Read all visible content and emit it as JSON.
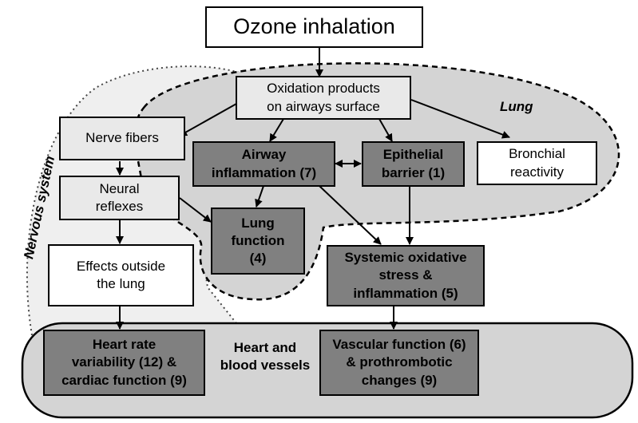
{
  "regions": {
    "lung": "Lung",
    "nervous_system": "Nervous system",
    "heart": "Heart and\nblood vessels"
  },
  "nodes": {
    "ozone": "Ozone inhalation",
    "oxidation": "Oxidation products\non airways surface",
    "nerve_fibers": "Nerve fibers",
    "airway_inflammation": "Airway\ninflammation (7)",
    "epithelial_barrier": "Epithelial\nbarrier (1)",
    "bronchial_reactivity": "Bronchial\nreactivity",
    "neural_reflexes": "Neural\nreflexes",
    "lung_function": "Lung\nfunction\n(4)",
    "effects_outside": "Effects outside\nthe lung",
    "systemic": "Systemic oxidative\nstress &\ninflammation (5)",
    "heart_rate": "Heart rate\nvariability (12) &\ncardiac function (9)",
    "vascular": "Vascular function (6)\n& prothrombotic\nchanges (9)"
  },
  "colors": {
    "region_fill": "#d4d4d4",
    "nervous_fill": "#efefef",
    "dark_box": "#808080",
    "light_box": "#e9e9e9"
  }
}
